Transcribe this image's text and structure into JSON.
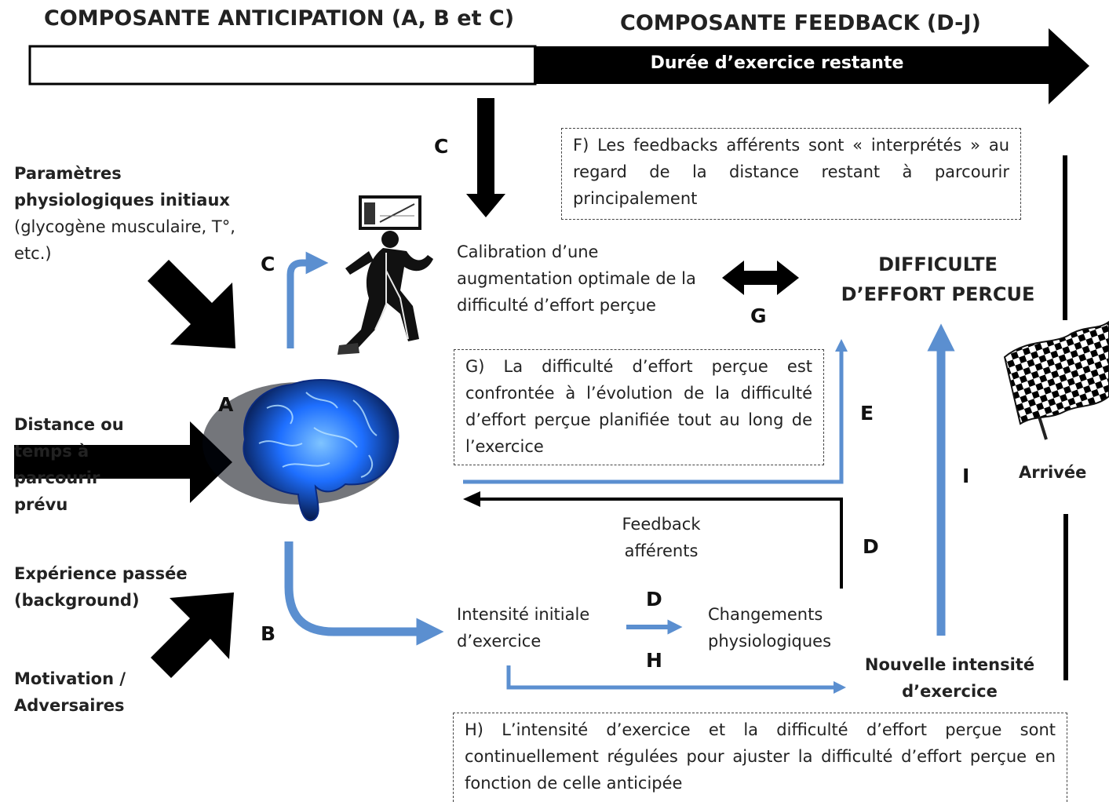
{
  "header": {
    "anticipation": "COMPOSANTE ANTICIPATION (A, B et  C)",
    "feedback": "COMPOSANTE FEEDBACK (D-J)",
    "remaining": "Durée d’exercice restante"
  },
  "inputs": {
    "physio": "Paramètres physiologiques initiaux",
    "physio_detail": "(glycogène musculaire, T°, etc.)",
    "distance": "Distance ou temps à parcourir prévu",
    "experience": "Expérience passée (background)",
    "motivation": "Motivation / Adversaires"
  },
  "letters": {
    "a": "A",
    "b": "B",
    "c_top": "C",
    "c_left": "C",
    "d_mid": "D",
    "d_right": "D",
    "e": "E",
    "g": "G",
    "h": "H",
    "i": "I"
  },
  "nodes": {
    "calibration": "Calibration d’une augmentation optimale de la difficulté d’effort perçue",
    "difficulty": "DIFFICULTE D’EFFORT PERCUE",
    "initial_intensity": "Intensité initiale d’exercice",
    "physio_changes": "Changements physiologiques",
    "new_intensity": "Nouvelle intensité d’exercice",
    "feedback": "Feedback afférents",
    "finish": "Arrivée"
  },
  "notes": {
    "f": "F) Les feedbacks afférents sont « interprétés » au regard de la distance restant à parcourir principalement",
    "g": "G) La difficulté d’effort perçue est confrontée à l’évolution de la difficulté d’effort perçue planifiée tout au long de l’exercice",
    "h": "H) L’intensité d’exercice et la difficulté d’effort perçue sont continuellement régulées pour ajuster la difficulté d’effort perçue en fonction de celle anticipée"
  },
  "icons": {
    "brain": "brain-icon",
    "runner": "runner-icon",
    "flag": "checkered-flag-icon"
  },
  "colors": {
    "blue_arrow": "#5b8fd0",
    "black_arrow": "#000000",
    "brain_blue": "#1e6fff"
  }
}
